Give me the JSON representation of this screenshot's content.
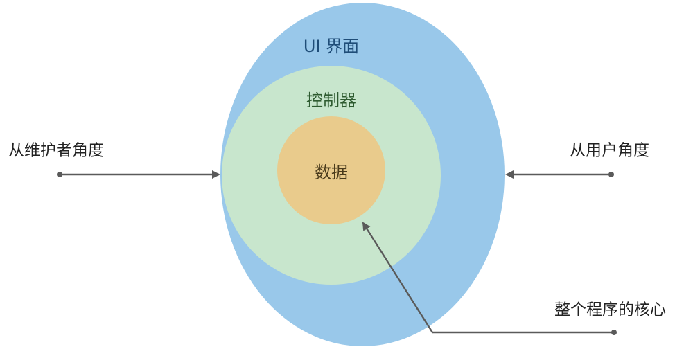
{
  "rings": {
    "outer": {
      "label": "UI 界面",
      "fill": "#99c8ea",
      "text_color": "#1f4d78"
    },
    "middle": {
      "label": "控制器",
      "fill": "#c8e6cd",
      "text_color": "#2e5b30"
    },
    "inner": {
      "label": "数据",
      "fill": "#e9cb8c",
      "text_color": "#4a3b1c"
    }
  },
  "annotations": {
    "maintainer": {
      "label": "从维护者角度"
    },
    "user": {
      "label": "从用户角度"
    },
    "core": {
      "label": "整个程序的核心"
    }
  },
  "arrow_color": "#5a5a5a"
}
